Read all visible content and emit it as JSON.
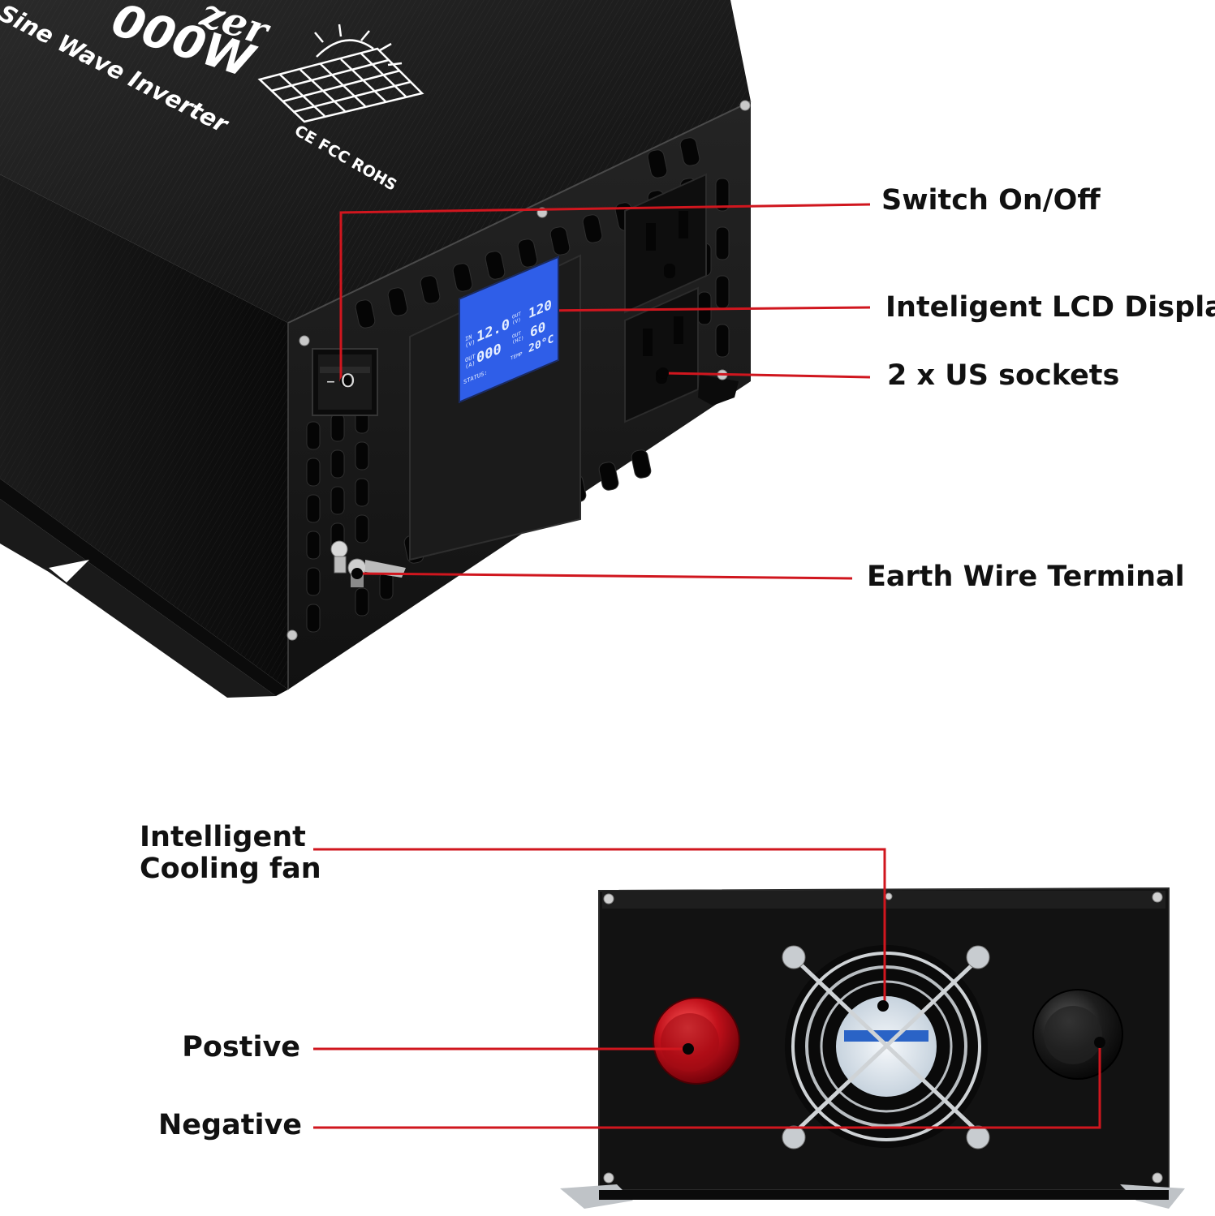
{
  "product": {
    "brand_partial": "zer",
    "wattage_partial": "000W",
    "tagline_partial": "e Sine Wave Inverter",
    "certifications": "CE FCC ROHS",
    "lcd": {
      "in_label": "IN",
      "in_unit": "(V)",
      "in_value": "12.0",
      "out_v_label": "OUT",
      "out_v_unit": "(V)",
      "out_v_value": "120",
      "out_a_label": "OUT",
      "out_a_unit": "(A)",
      "out_a_value": "000",
      "out_hz_label": "OUT",
      "out_hz_unit": "(HZ)",
      "out_hz_value": "60",
      "temp_label": "TEMP",
      "temp_value": "20°C",
      "status_label": "STATUS:"
    },
    "switch_marks": "– O"
  },
  "callouts": {
    "switch": "Switch On/Off",
    "lcd": "Inteligent LCD Display",
    "sockets": "2 x US sockets",
    "earth": "Earth Wire Terminal",
    "fan_line1": "Intelligent",
    "fan_line2": "Cooling fan",
    "positive": "Postive",
    "negative": "Negative"
  },
  "colors": {
    "leader_line": "#d0161e",
    "housing": "#141414",
    "lcd_screen": "#2f5ee8",
    "positive_terminal": "#c0101a",
    "negative_terminal": "#1a1a1a"
  }
}
